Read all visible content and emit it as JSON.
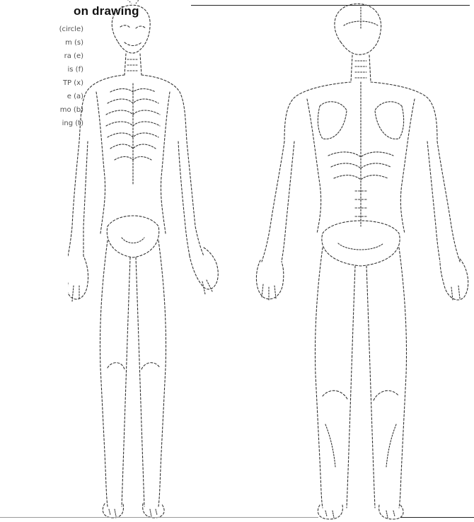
{
  "header": {
    "title": "on drawing"
  },
  "legend": {
    "items": [
      {
        "label": "(circle)"
      },
      {
        "label": "m (s)"
      },
      {
        "label": "ra (e)"
      },
      {
        "label": "is (f)"
      },
      {
        "label": "TP (x)"
      },
      {
        "label": "e (a)"
      },
      {
        "label": "mo (b)"
      },
      {
        "label": "ing (t)"
      }
    ]
  },
  "figures": {
    "front": "body-outline-front",
    "back": "body-outline-back"
  }
}
